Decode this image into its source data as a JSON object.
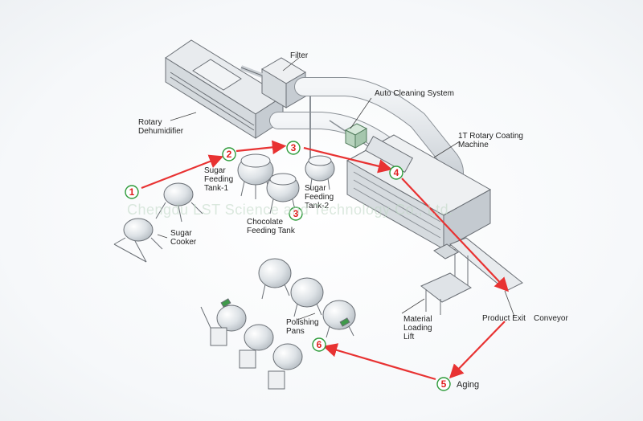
{
  "labels": {
    "filter": "Filter",
    "auto_cleaning": "Auto Cleaning System",
    "rotary_dehumidifier": [
      "Rotary",
      "Dehumidifier"
    ],
    "rotary_coating": [
      "1T Rotary Coating",
      "Machine"
    ],
    "sugar_feeding_tank_1": [
      "Sugar",
      "Feeding",
      "Tank-1"
    ],
    "sugar_feeding_tank_2": [
      "Sugar",
      "Feeding",
      "Tank-2"
    ],
    "chocolate_feeding_tank": [
      "Chocolate",
      "Feeding Tank"
    ],
    "sugar_cooker": [
      "Sugar",
      "Cooker"
    ],
    "material_loading_lift": [
      "Material",
      "Loading",
      "Lift"
    ],
    "product_exit": "Product Exit",
    "conveyor": "Conveyor",
    "polishing_pans": [
      "Polishing",
      "Pans"
    ],
    "aging": "Aging"
  },
  "steps": [
    "1",
    "2",
    "3",
    "3",
    "4",
    "5",
    "6"
  ],
  "watermark": "Chengdu LST Science and Technology Co., Ltd.",
  "colors": {
    "arrow": "#e83232",
    "step_ring": "#2e9b3a",
    "step_text": "#e02020",
    "machine_line": "#6a6f75",
    "machine_fill": "#e8ebee"
  }
}
